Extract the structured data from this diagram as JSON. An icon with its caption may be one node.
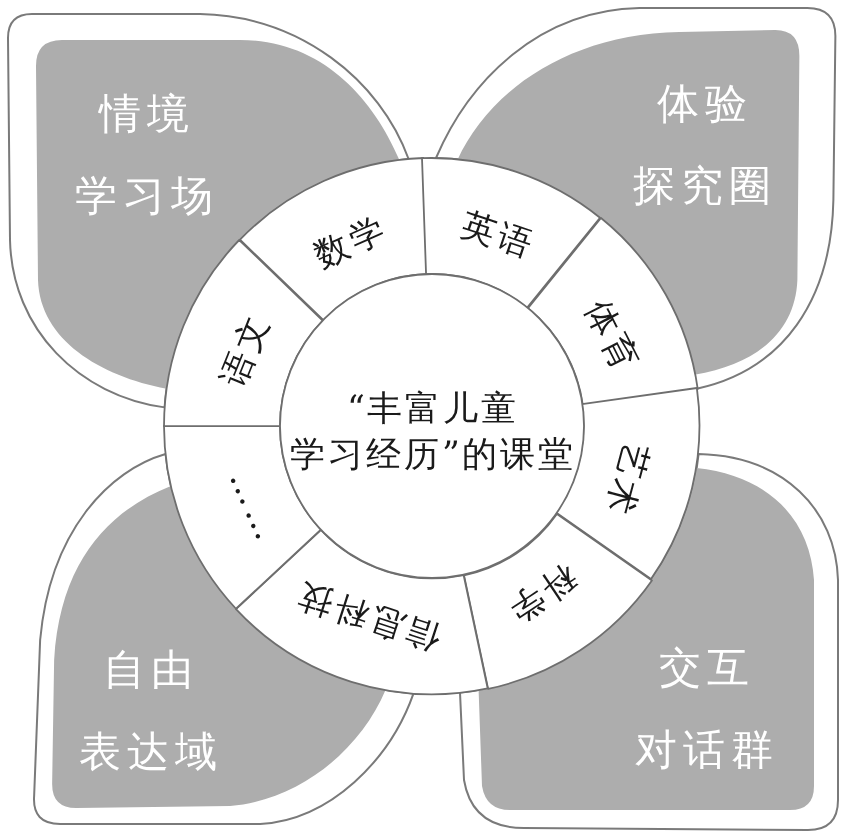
{
  "diagram": {
    "nodes": [
      {
        "text": [
          "情境学习场"
        ]
      },
      {
        "text": [
          "体验探究圈"
        ]
      },
      {
        "text": [
          "“丰富儿童学习经历”的课堂"
        ]
      },
      {
        "text": [
          "数学"
        ]
      },
      {
        "text": [
          "英语"
        ]
      },
      {
        "text": [
          "体育"
        ]
      },
      {
        "text": [
          "艺术"
        ]
      },
      {
        "text": [
          "科学"
        ]
      },
      {
        "text": [
          "信息科技"
        ]
      },
      {
        "text": [
          "……"
        ]
      },
      {
        "text": [
          "语文"
        ]
      },
      {
        "text": [
          "自由表达域"
        ]
      },
      {
        "text": [
          "交互对话群"
        ]
      }
    ]
  }
}
